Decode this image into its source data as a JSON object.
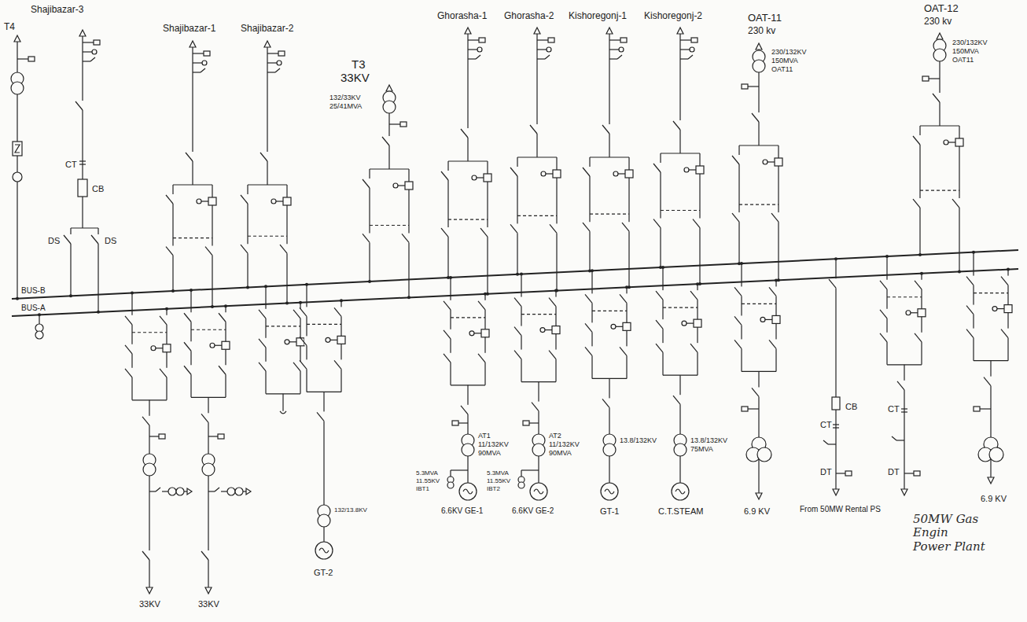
{
  "diagram": {
    "labels": [
      "Shajibazar-3",
      "T4",
      "Shajibazar-1",
      "Shajibazar-2",
      "T3",
      "33KV",
      "132/33KV",
      "25/41MVA",
      "Ghorasha-1",
      "Ghorasha-2",
      "Kishoregonj-1",
      "Kishoregonj-2",
      "OAT-11",
      "230 kv",
      "230/132KV",
      "150MVA",
      "OAT11",
      "OAT-12",
      "230 kv",
      "230/132KV",
      "150MVA",
      "OAT11",
      "CT",
      "CB",
      "DS",
      "DS",
      "BUS-B",
      "BUS-A",
      "33KV",
      "33KV",
      "GT-2",
      "132/13.8KV",
      "AT1",
      "11/132KV",
      "90MVA",
      "5.3MVA",
      "11.55KV",
      "IBT1",
      "6.6KV GE-1",
      "AT2",
      "11/132KV",
      "90MVA",
      "5.3MVA",
      "11.55KV",
      "IBT2",
      "6.6KV GE-2",
      "13.8/132KV",
      "GT-1",
      "13.8/132KV",
      "75MVA",
      "C.T.STEAM",
      "6.9 KV",
      "CB",
      "CT",
      "DT",
      "CT",
      "DT",
      "From 50MW Rental PS",
      "50MW Gas Engin Power Plant",
      "6.9 KV"
    ]
  }
}
